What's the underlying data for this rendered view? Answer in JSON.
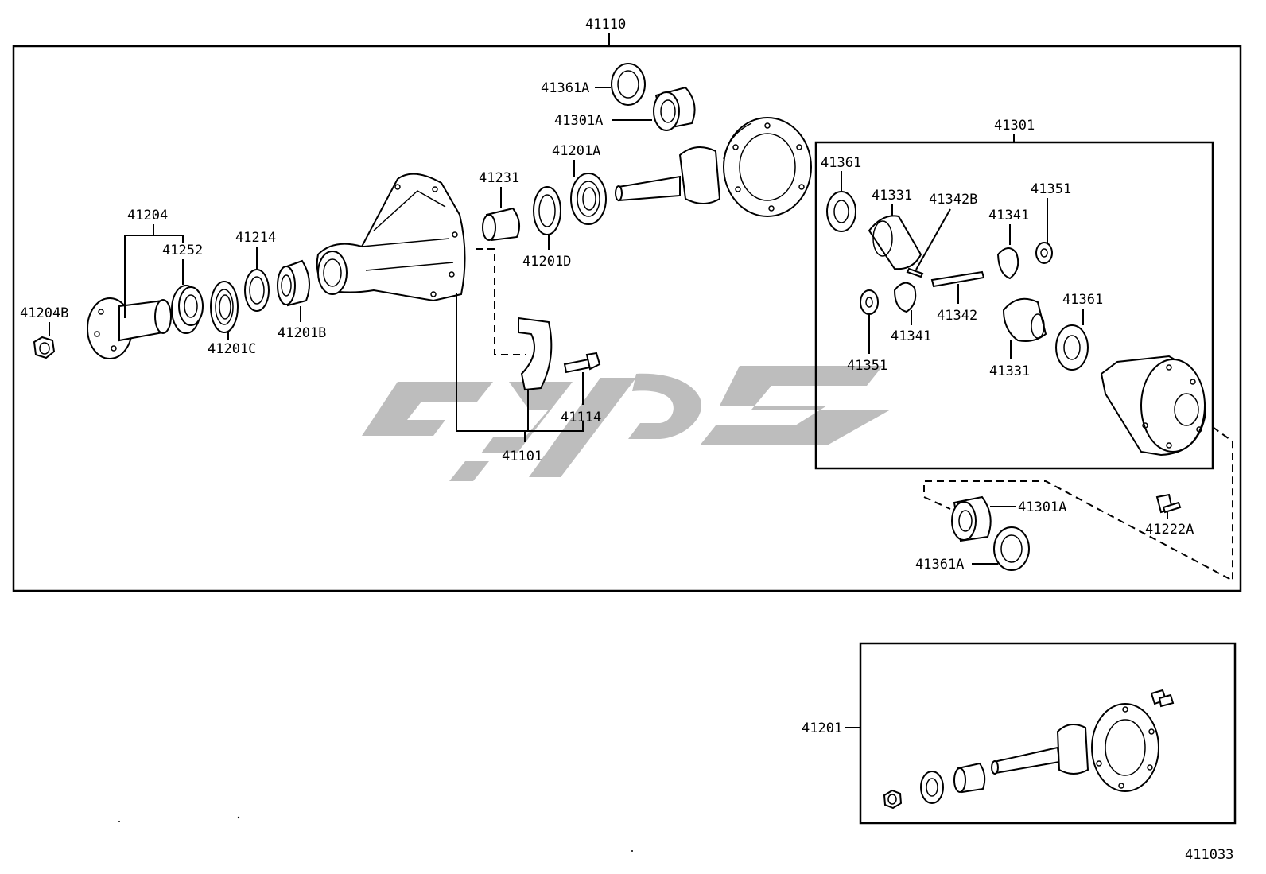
{
  "diagram": {
    "top_label": "41110",
    "figure_number": "411033",
    "callouts": {
      "c41204B": "41204B",
      "c41204": "41204",
      "c41252": "41252",
      "c41201C": "41201C",
      "c41214": "41214",
      "c41201B": "41201B",
      "c41231": "41231",
      "c41201D": "41201D",
      "c41201A": "41201A",
      "c41361A_top": "41361A",
      "c41301A_top": "41301A",
      "c41101": "41101",
      "c41114": "41114",
      "c41301": "41301",
      "c41361_a": "41361",
      "c41331_a": "41331",
      "c41342B": "41342B",
      "c41341_a": "41341",
      "c41351_a": "41351",
      "c41342": "41342",
      "c41341_b": "41341",
      "c41351_b": "41351",
      "c41331_b": "41331",
      "c41361_b": "41361",
      "c41301A_bot": "41301A",
      "c41361A_bot": "41361A",
      "c41222A": "41222A",
      "c41201": "41201"
    }
  }
}
